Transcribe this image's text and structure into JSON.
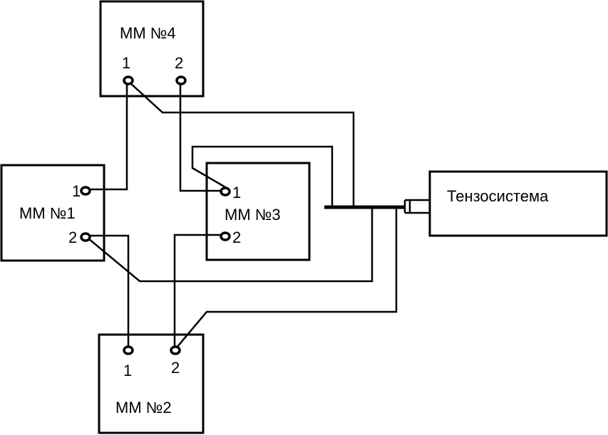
{
  "modules": {
    "mm1": {
      "title": "ММ №1",
      "pin1": "1",
      "pin2": "2"
    },
    "mm2": {
      "title": "ММ №2",
      "pin1": "1",
      "pin2": "2"
    },
    "mm3": {
      "title": "ММ №3",
      "pin1": "1",
      "pin2": "2"
    },
    "mm4": {
      "title": "ММ №4",
      "pin1": "1",
      "pin2": "2"
    }
  },
  "system": {
    "label": "Тензосистема"
  }
}
